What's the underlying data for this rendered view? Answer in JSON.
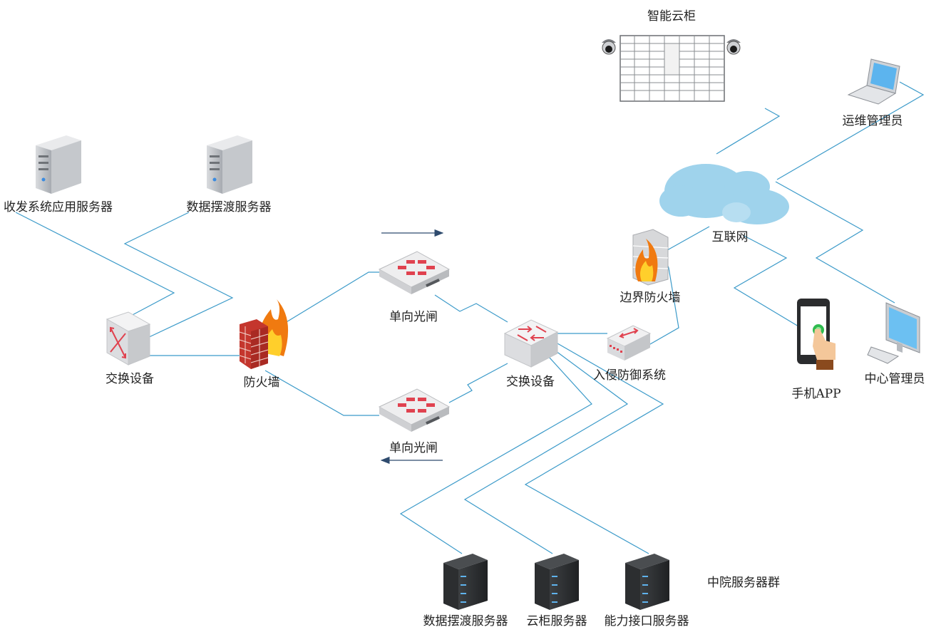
{
  "labels": {
    "smart_cabinet": "智能云柜",
    "ops_admin": "运维管理员",
    "recv_send_server": "收发系统应用服务器",
    "ferry_server_top": "数据摆渡服务器",
    "internet": "互联网",
    "border_firewall": "边界防火墙",
    "oneway_gate_top": "单向光闸",
    "switch_left": "交换设备",
    "firewall": "防火墙",
    "switch_right": "交换设备",
    "ids": "入侵防御系统",
    "mobile_app": "手机APP",
    "center_admin": "中心管理员",
    "oneway_gate_bottom": "单向光闸",
    "court_server_group": "中院服务器群",
    "ferry_server_bottom": "数据摆渡服务器",
    "cabinet_server": "云柜服务器",
    "api_server": "能力接口服务器"
  },
  "colors": {
    "link": "#3b9ac9",
    "arrow": "#2e4b6e",
    "server_light": "#b9bcc1",
    "server_dark": "#2f3133",
    "device": "#e6e6e8",
    "brand_red": "#e0424f",
    "cloud": "#9fd3ec"
  }
}
